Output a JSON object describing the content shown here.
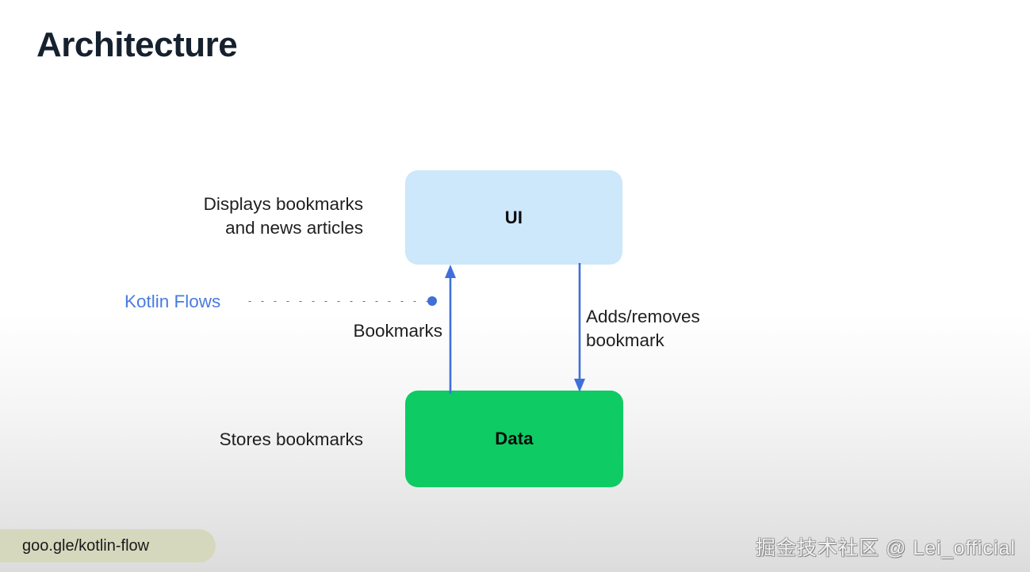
{
  "slide": {
    "title": "Architecture",
    "background_top_color": "#ffffff",
    "background_bottom_color": "#dcdcdc"
  },
  "diagram": {
    "nodes": [
      {
        "id": "ui",
        "label": "UI",
        "fill_color": "#cde7fb",
        "text_color": "#0b0b0b"
      },
      {
        "id": "data",
        "label": "Data",
        "fill_color": "#0ecb63",
        "text_color": "#0b0b0b"
      }
    ],
    "annotations": {
      "ui_description": "Displays bookmarks\nand news articles",
      "data_description": "Stores bookmarks",
      "up_arrow_label": "Bookmarks",
      "down_arrow_label": "Adds/removes\nbookmark"
    },
    "connector": {
      "label": "Kotlin Flows",
      "label_color": "#4a7be0",
      "dot_color": "#3f6fd8"
    },
    "arrow_color": "#3f6fd8"
  },
  "footer": {
    "url": "goo.gle/kotlin-flow",
    "url_badge_color": "#d6d8be",
    "watermark": "掘金技术社区 @ Lei_official"
  }
}
